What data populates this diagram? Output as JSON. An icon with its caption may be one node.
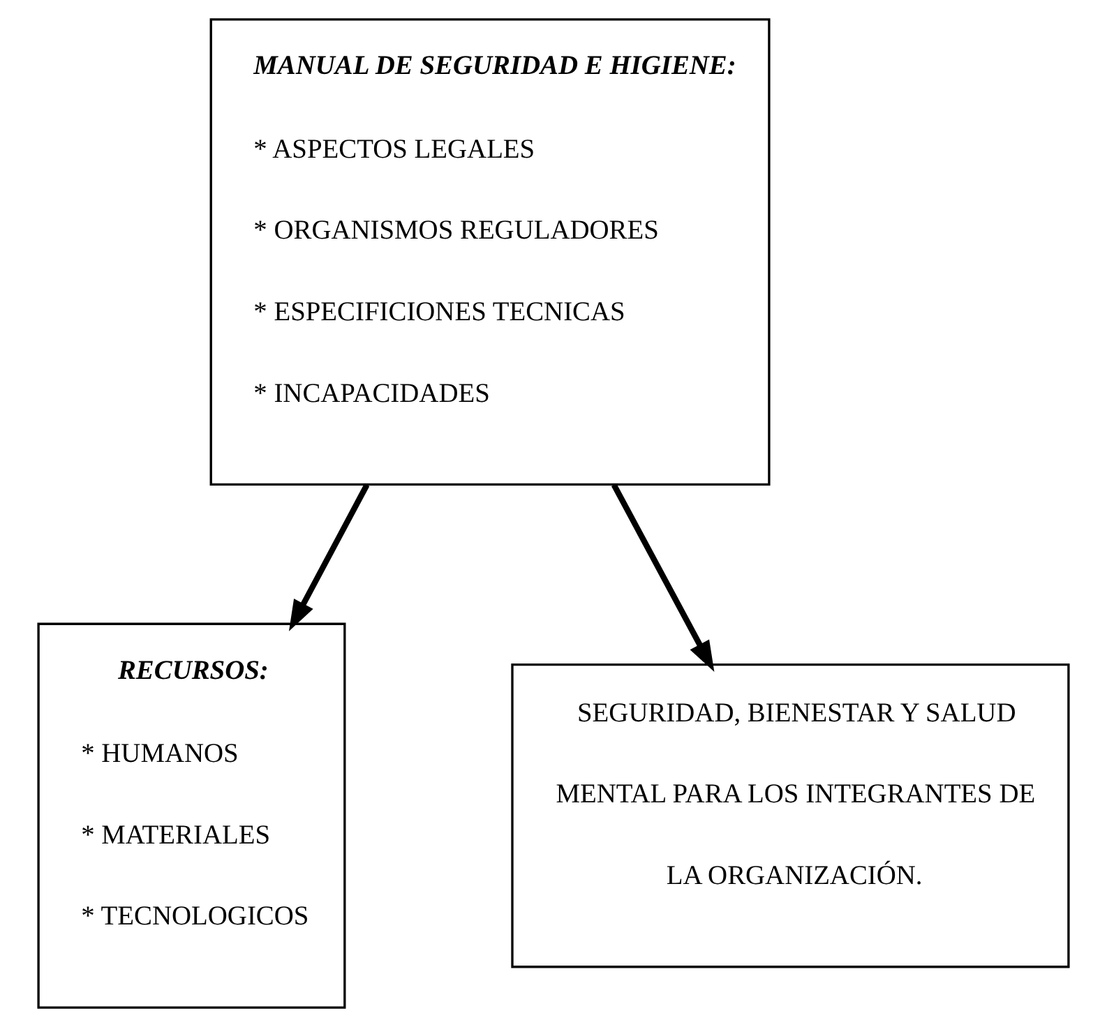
{
  "diagram": {
    "nodes": [
      {
        "text": [
          "MANUAL DE SEGURIDAD E HIGIENE:",
          "* ASPECTOS LEGALES",
          "* ORGANISMOS REGULADORES",
          "* ESPECIFICIONES TECNICAS",
          "* INCAPACIDADES"
        ]
      },
      {
        "text": [
          "RECURSOS:",
          "* HUMANOS",
          "* MATERIALES",
          "* TECNOLOGICOS"
        ]
      },
      {
        "text": [
          "SEGURIDAD, BIENESTAR Y SALUD MENTAL PARA LOS INTEGRANTES DE LA ORGANIZACIÓN."
        ]
      }
    ],
    "edges": [
      {
        "from": 0,
        "to": 1,
        "arrow": "to"
      },
      {
        "from": 0,
        "to": 2,
        "arrow": "to"
      }
    ]
  }
}
